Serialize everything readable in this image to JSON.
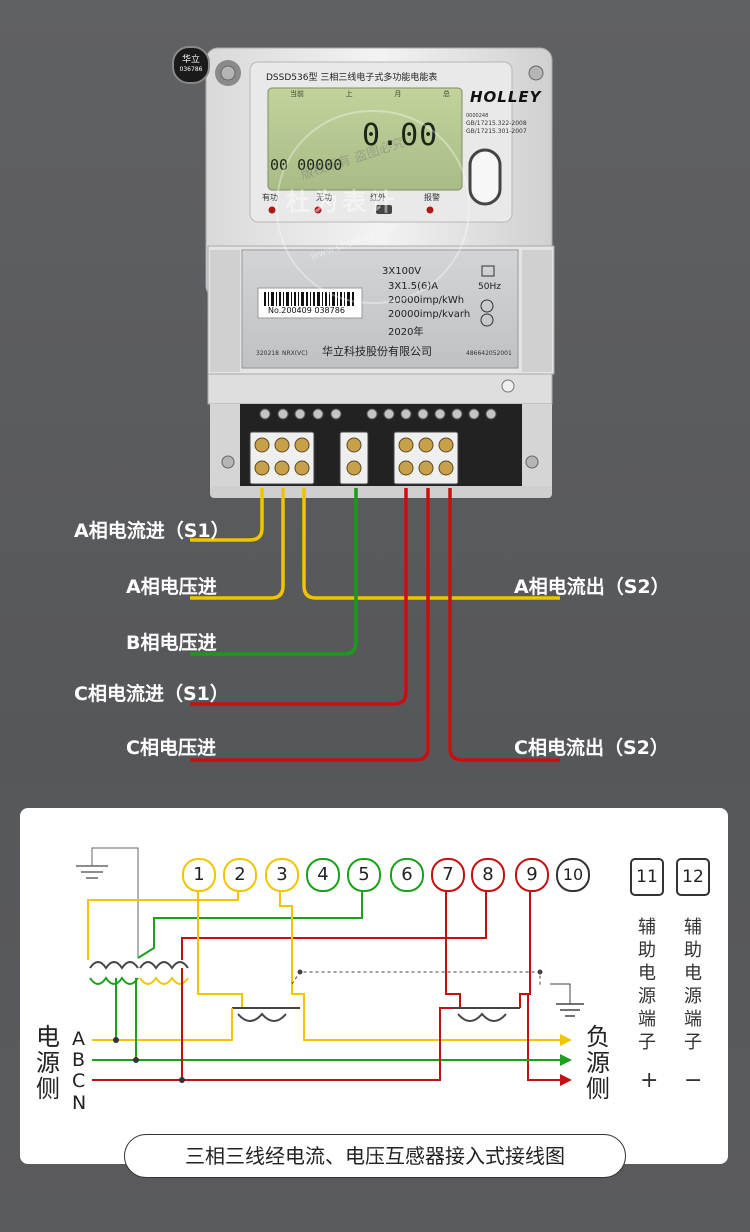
{
  "meter": {
    "seal_brand": "华立",
    "seal_number": "036786",
    "model_title": "DSSD536型  三相三线电子式多功能电能表",
    "brand": "HOLLEY",
    "standard_code": "0000248",
    "standard_1": "GB/17215.322-2008",
    "standard_2": "GB/17215.301-2007",
    "lcd_top_labels": [
      "当前",
      "上",
      "月",
      "总"
    ],
    "lcd_main_value": "0.00",
    "lcd_sub_value": "00 00000",
    "indicator_labels": [
      "有功",
      "无功",
      "红外",
      "报警"
    ],
    "voltage": "3X100V",
    "current": "3X1.5(6)A",
    "freq": "50Hz",
    "constant_active": "20000imp/kWh",
    "constant_reactive": "20000imp/kvarh",
    "year": "2020年",
    "serial_number": "No.200409 038786",
    "manufacturer": "华立科技股份有限公司",
    "code_left": "320218",
    "code_left2": "NRX(VC)",
    "code_right": "48664205200​1",
    "watermark_text": "版权所有 盗图必究",
    "watermark_mark": "杜为表计",
    "watermark_url": "www.sheweiyi.com"
  },
  "wire_labels": {
    "a_current_in": "A相电流进（S1）",
    "a_voltage_in": "A相电压进",
    "a_current_out": "A相电流出（S2）",
    "b_voltage_in": "B相电压进",
    "c_current_in": "C相电流进（S1）",
    "c_voltage_in": "C相电压进",
    "c_current_out": "C相电流出（S2）"
  },
  "diagram": {
    "terminals": [
      "1",
      "2",
      "3",
      "4",
      "5",
      "6",
      "7",
      "8",
      "9",
      "10"
    ],
    "aux_terminals": [
      "11",
      "12"
    ],
    "aux_label": "辅助电源端子",
    "aux_plus": "+",
    "aux_minus": "−",
    "source_side": "电源侧",
    "load_side": "负源侧",
    "phases": [
      "A",
      "B",
      "C",
      "N"
    ],
    "caption": "三相三线经电流、电压互感器接入式接线图"
  },
  "colors": {
    "phase_a": "#f2c500",
    "phase_b": "#1aa01a",
    "phase_c": "#c41010",
    "neutral": "#333333"
  }
}
